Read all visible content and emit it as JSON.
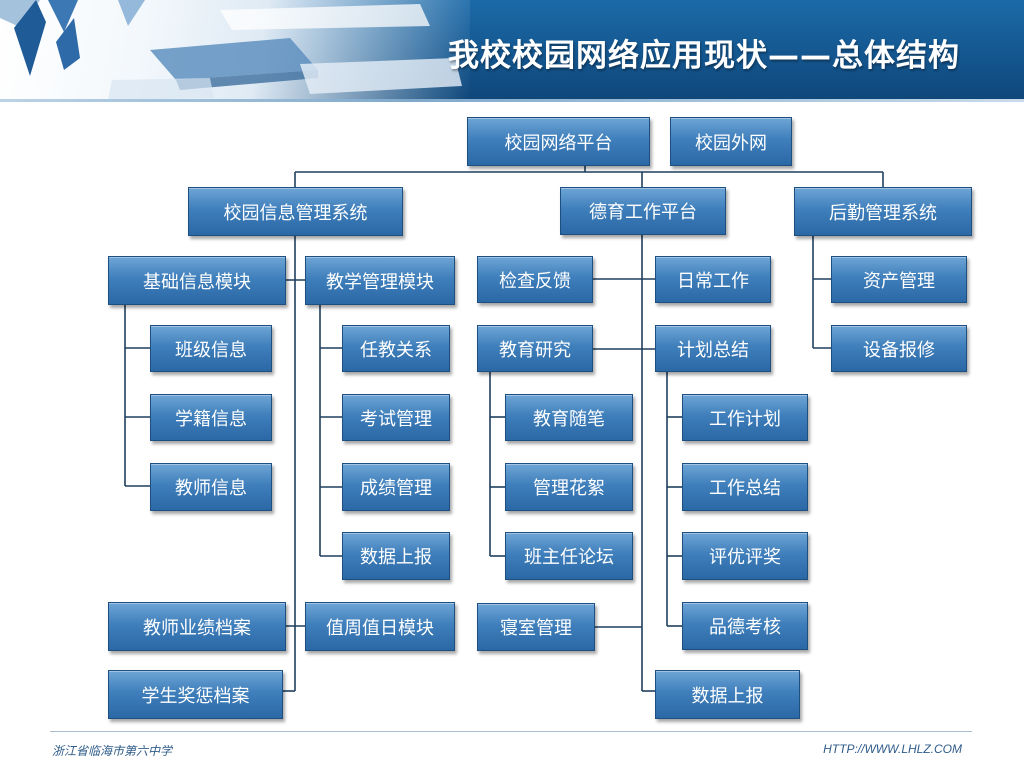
{
  "slide": {
    "title": "我校校园网络应用现状——总体结构"
  },
  "org": {
    "top": {
      "platform": "校园网络平台",
      "external": "校园外网"
    },
    "level1": {
      "info_system": "校园信息管理系统",
      "moral_platform": "德育工作平台",
      "logistics_system": "后勤管理系统"
    },
    "info_system": {
      "basic_module": "基础信息模块",
      "basic_items": [
        "班级信息",
        "学籍信息",
        "教师信息"
      ],
      "teaching_module": "教学管理模块",
      "teaching_items": [
        "任教关系",
        "考试管理",
        "成绩管理",
        "数据上报"
      ],
      "teacher_archive": "教师业绩档案",
      "duty_module": "值周值日模块",
      "student_archive": "学生奖惩档案"
    },
    "moral": {
      "inspection_feedback": "检查反馈",
      "daily_work": "日常工作",
      "edu_research": "教育研究",
      "research_items": [
        "教育随笔",
        "管理花絮",
        "班主任论坛"
      ],
      "plan_summary": "计划总结",
      "plan_items": [
        "工作计划",
        "工作总结",
        "评优评奖",
        "品德考核"
      ],
      "dorm_management": "寝室管理",
      "data_report": "数据上报"
    },
    "logistics": {
      "asset_management": "资产管理",
      "equipment_repair": "设备报修"
    }
  },
  "footer": {
    "school": "浙江省临海市第六中学",
    "url": "HTTP://WWW.LHLZ.COM"
  },
  "colors": {
    "header_blue": "#14568f",
    "box_top": "#6ea5d6",
    "box_bottom": "#2a68a6",
    "connector": "#1f3f5e"
  }
}
